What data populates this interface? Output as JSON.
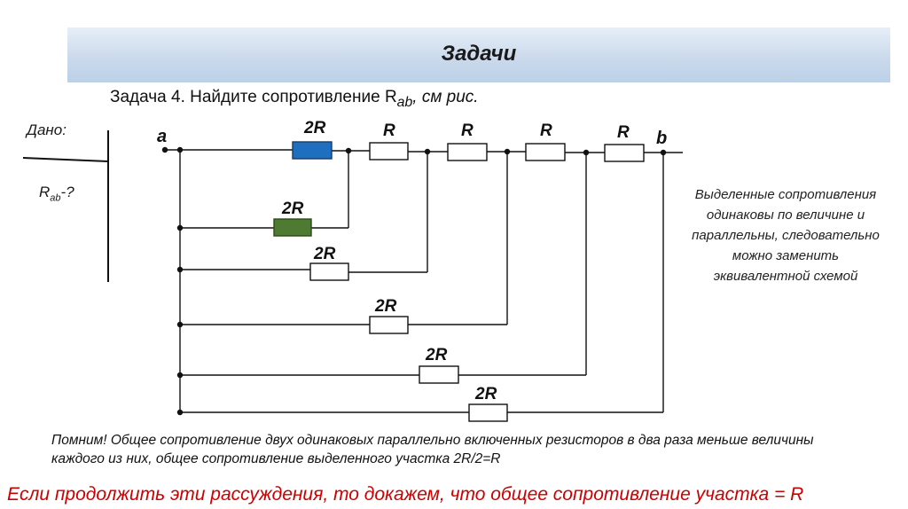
{
  "header": {
    "title": "Задачи"
  },
  "task": {
    "title_prefix": "Задача 4. Найдите сопротивление R",
    "title_sub": "ab",
    "title_suffix": ", см рис."
  },
  "given": {
    "label": "Дано:",
    "unknown_prefix": "R",
    "unknown_sub": "ab",
    "unknown_suffix": "-?"
  },
  "circuit": {
    "terminal_a": "a",
    "terminal_b": "b",
    "top_resistors": [
      "2R",
      "R",
      "R",
      "R",
      "R"
    ],
    "branch_resistors": [
      "2R",
      "2R",
      "2R",
      "2R",
      "2R"
    ],
    "highlight_colors": {
      "top_2R": "#1f6fc0",
      "branch_2R": "#4e7a32"
    }
  },
  "note": "Выделенные сопротивления одинаковы по величине и параллельны, следовательно можно заменить эквивалентной схемой",
  "remember": "Помним! Общее сопротивление двух одинаковых параллельно включенных резисторов в два раза меньше величины каждого из них, общее сопротивление выделенного участка 2R/2=R",
  "conclusion": "Если продолжить эти рассуждения, то докажем, что общее сопротивление участка = R"
}
